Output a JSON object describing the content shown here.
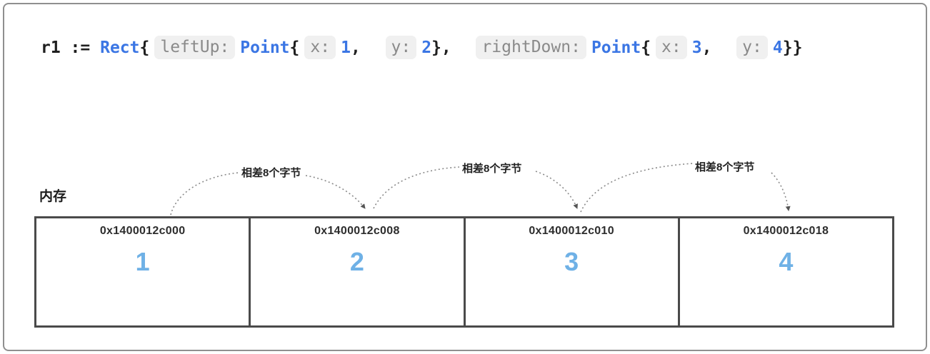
{
  "code": {
    "tokens": [
      {
        "text": "r1 := ",
        "type": "plain"
      },
      {
        "text": "Rect",
        "type": "type"
      },
      {
        "text": "{",
        "type": "plain"
      },
      {
        "text": "leftUp:",
        "type": "chip"
      },
      {
        "text": "Point",
        "type": "type"
      },
      {
        "text": "{",
        "type": "plain"
      },
      {
        "text": "x:",
        "type": "chip"
      },
      {
        "text": "1",
        "type": "number"
      },
      {
        "text": ",  ",
        "type": "plain"
      },
      {
        "text": "y:",
        "type": "chip"
      },
      {
        "text": "2",
        "type": "number"
      },
      {
        "text": "},  ",
        "type": "plain"
      },
      {
        "text": "rightDown:",
        "type": "chip"
      },
      {
        "text": "Point",
        "type": "type"
      },
      {
        "text": "{",
        "type": "plain"
      },
      {
        "text": "x:",
        "type": "chip"
      },
      {
        "text": "3",
        "type": "number"
      },
      {
        "text": ",  ",
        "type": "plain"
      },
      {
        "text": "y:",
        "type": "chip"
      },
      {
        "text": "4",
        "type": "number"
      },
      {
        "text": "}}",
        "type": "plain"
      }
    ]
  },
  "memory": {
    "section_label": "内存",
    "cells": [
      {
        "address": "0x1400012c000",
        "value": "1"
      },
      {
        "address": "0x1400012c008",
        "value": "2"
      },
      {
        "address": "0x1400012c010",
        "value": "3"
      },
      {
        "address": "0x1400012c018",
        "value": "4"
      }
    ]
  },
  "annotations": {
    "arrow_labels": [
      "相差8个字节",
      "相差8个字节",
      "相差8个字节"
    ]
  },
  "colors": {
    "code_keyword_blue": "#3b76e4",
    "chip_background": "#f0f0f0",
    "chip_text": "#8a8a8a",
    "cell_value_blue": "#6fb1e6",
    "table_border": "#4a4a4a",
    "arrow_gray": "#8a8a8a",
    "frame_border": "#8f8f8f"
  }
}
